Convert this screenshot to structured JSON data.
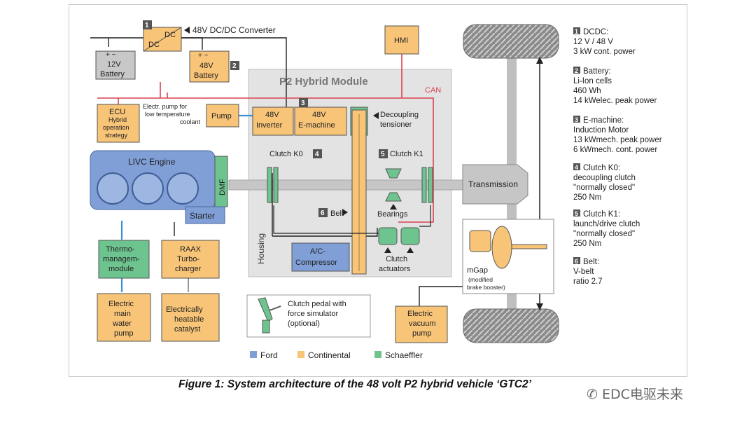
{
  "components": {
    "dcdc_top": "DC",
    "dcdc_bottom": "DC",
    "dcdc_label": "48V DC/DC Converter",
    "battery12_l1": "12V",
    "battery12_l2": "Battery",
    "battery48_l1": "48V",
    "battery48_l2": "Battery",
    "ecu_l1": "ECU",
    "ecu_l2": "Hybrid",
    "ecu_l3": "operation",
    "ecu_l4": "strategy",
    "pump_note_l1": "Electr. pump for",
    "pump_note_l2": "low temperature",
    "pump_note_l3": "coolant",
    "pump": "Pump",
    "inverter_l1": "48V",
    "inverter_l2": "Inverter",
    "emachine_l1": "48V",
    "emachine_l2": "E-machine",
    "decoupling_l1": "Decoupling",
    "decoupling_l2": "tensioner",
    "hmi": "HMI",
    "p2_module": "P2 Hybrid Module",
    "can": "CAN",
    "clutch_k0": "Clutch K0",
    "clutch_k1": "Clutch K1",
    "engine": "LIVC Engine",
    "dmf": "DMF",
    "starter": "Starter",
    "belt": "Belt",
    "bearings": "Bearings",
    "transmission": "Transmission",
    "housing": "Housing",
    "ac_l1": "A/C-",
    "ac_l2": "Compressor",
    "actuators_l1": "Clutch",
    "actuators_l2": "actuators",
    "thermo_l1": "Thermo-",
    "thermo_l2": "managem-",
    "thermo_l3": "module",
    "raax_l1": "RAAX",
    "raax_l2": "Turbo-",
    "raax_l3": "charger",
    "water_l1": "Electric",
    "water_l2": "main",
    "water_l3": "water",
    "water_l4": "pump",
    "catalyst_l1": "Electrically",
    "catalyst_l2": "heatable",
    "catalyst_l3": "catalyst",
    "pedal_l1": "Clutch pedal with",
    "pedal_l2": "force simulator",
    "pedal_l3": "(optional)",
    "vacuum_l1": "Electric",
    "vacuum_l2": "vacuum",
    "vacuum_l3": "pump",
    "mgap_l1": "mGap",
    "mgap_l2": "(modified",
    "mgap_l3": "brake booster)"
  },
  "badges": {
    "b1": "1",
    "b2": "2",
    "b3": "3",
    "b4": "4",
    "b5": "5",
    "b6": "6"
  },
  "legend": {
    "ford": "Ford",
    "continental": "Continental",
    "schaeffler": "Schaeffler"
  },
  "specs": [
    {
      "num": "1",
      "lines": [
        "DCDC:",
        "12 V / 48 V",
        "3 kW cont. power"
      ]
    },
    {
      "num": "2",
      "lines": [
        "Battery:",
        "Li-Ion cells",
        "460 Wh",
        "14 kWelec. peak power"
      ]
    },
    {
      "num": "3",
      "lines": [
        "E-machine:",
        "Induction Motor",
        "13 kWmech. peak power",
        "6 kWmech. cont. power"
      ]
    },
    {
      "num": "4",
      "lines": [
        "Clutch K0:",
        "decoupling clutch",
        "\"normally closed\"",
        "250 Nm"
      ]
    },
    {
      "num": "5",
      "lines": [
        "Clutch K1:",
        "launch/drive clutch",
        "\"normally closed\"",
        "250 Nm"
      ]
    },
    {
      "num": "6",
      "lines": [
        "Belt:",
        "V-belt",
        "ratio 2.7"
      ]
    }
  ],
  "caption": "Figure 1: System architecture of the 48 volt P2 hybrid vehicle ‘GTC2’",
  "watermark": "EDC电驱未来",
  "colors": {
    "ford": "#7f9fd6",
    "continental": "#f8c477",
    "schaeffler": "#6ec48f",
    "can": "#d9434f",
    "blue_line": "#3d8fd6",
    "grey_module": "#e3e3e3"
  }
}
